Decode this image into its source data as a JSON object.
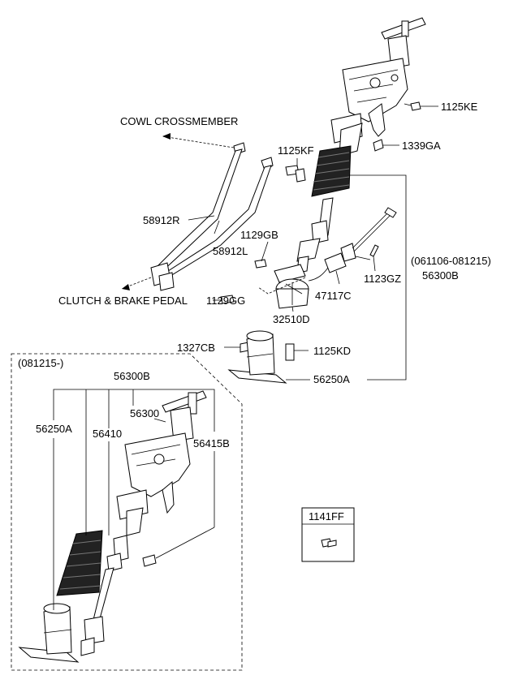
{
  "labels": {
    "cowl_crossmember": "COWL CROSSMEMBER",
    "clutch_brake_pedal": "CLUTCH & BRAKE  PEDAL",
    "p1125KE": "1125KE",
    "p1339GA": "1339GA",
    "p1125KF": "1125KF",
    "p58912R": "58912R",
    "p1129GB": "1129GB",
    "p58912L": "58912L",
    "date_range_old": "(061106-081215)",
    "p56300B_top": "56300B",
    "p1123GZ": "1123GZ",
    "p47117C": "47117C",
    "p1129GG": "1129GG",
    "p32510D": "32510D",
    "p1327CB": "1327CB",
    "p1125KD": "1125KD",
    "p56250A_top": "56250A",
    "date_range_new": "(081215-)",
    "p56300B_inset": "56300B",
    "p56300": "56300",
    "p56250A_inset": "56250A",
    "p56410": "56410",
    "p56415B": "56415B",
    "p1141FF": "1141FF"
  }
}
